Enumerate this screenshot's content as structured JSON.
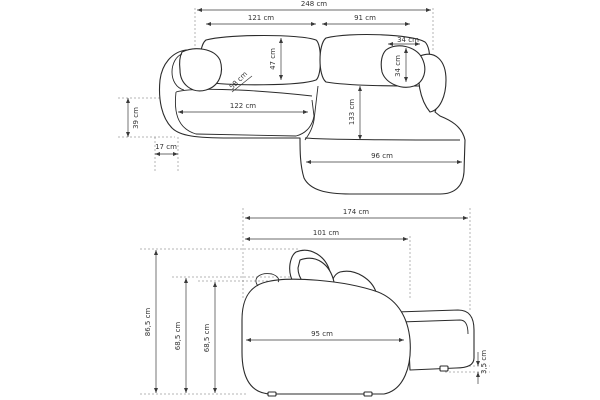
{
  "top_view": {
    "overall_width": "248 cm",
    "left_seat_width": "121 cm",
    "right_seat_width": "91 cm",
    "back_height": "47 cm",
    "cushion_width": "34 cm",
    "cushion_height": "34 cm",
    "seat_depth": "58 cm",
    "front_seat_width": "122 cm",
    "chaise_length": "133 cm",
    "seat_height": "39 cm",
    "side_offset": "17 cm",
    "chaise_width": "96 cm"
  },
  "side_view": {
    "overall_depth": "174 cm",
    "depth_to_back": "101 cm",
    "body_depth": "95 cm",
    "total_height": "86,5 cm",
    "height_a": "68,5 cm",
    "height_b": "68,5 cm",
    "leg_height": "3,5 cm"
  }
}
